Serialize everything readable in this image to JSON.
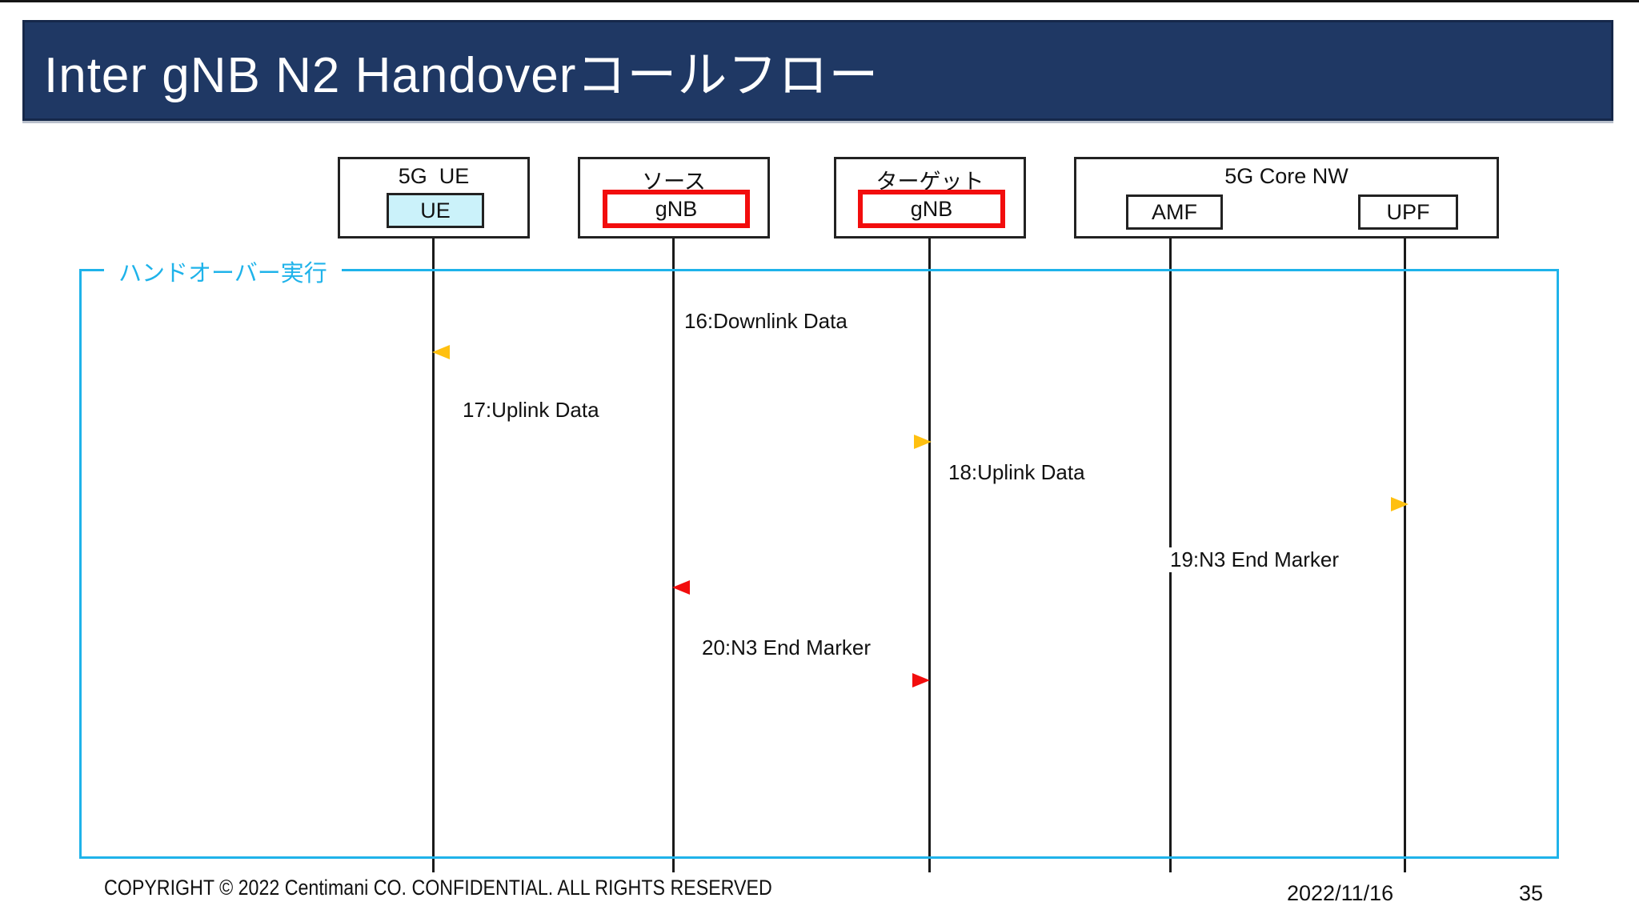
{
  "title": "Inter gNB N2 Handoverコールフロー",
  "entities": [
    {
      "title": "5G  UE",
      "nodes": [
        "UE"
      ]
    },
    {
      "title": "ソース",
      "nodes": [
        "gNB"
      ]
    },
    {
      "title": "ターゲット",
      "nodes": [
        "gNB"
      ]
    },
    {
      "title": "5G Core NW",
      "nodes": [
        "AMF",
        "UPF"
      ]
    }
  ],
  "frame": {
    "label": "ハンドオーバー実行"
  },
  "messages": [
    {
      "id": "16",
      "label": "16:Downlink Data",
      "from": "target-gnb",
      "to": "ue",
      "direction": "left",
      "kind": "data"
    },
    {
      "id": "17",
      "label": "17:Uplink Data",
      "from": "ue",
      "to": "target-gnb",
      "direction": "right",
      "kind": "data"
    },
    {
      "id": "18",
      "label": "18:Uplink Data",
      "from": "target-gnb",
      "to": "upf",
      "direction": "right",
      "kind": "data"
    },
    {
      "id": "19",
      "label": "19:N3 End Marker",
      "from": "upf",
      "to": "source-gnb",
      "direction": "left",
      "kind": "end-marker"
    },
    {
      "id": "20",
      "label": "20:N3 End Marker",
      "from": "source-gnb",
      "to": "target-gnb",
      "direction": "right",
      "kind": "end-marker"
    }
  ],
  "footer": {
    "copyright": "COPYRIGHT © 2022 Centimani CO. CONFIDENTIAL. ALL RIGHTS RESERVED",
    "date": "2022/11/16",
    "page": "35"
  },
  "colors": {
    "navy": "#1f3864",
    "cyan": "#1fb3ea",
    "yellow": "#ffc010",
    "red": "#f20d0d",
    "ue_fill": "#cbf2fa"
  }
}
